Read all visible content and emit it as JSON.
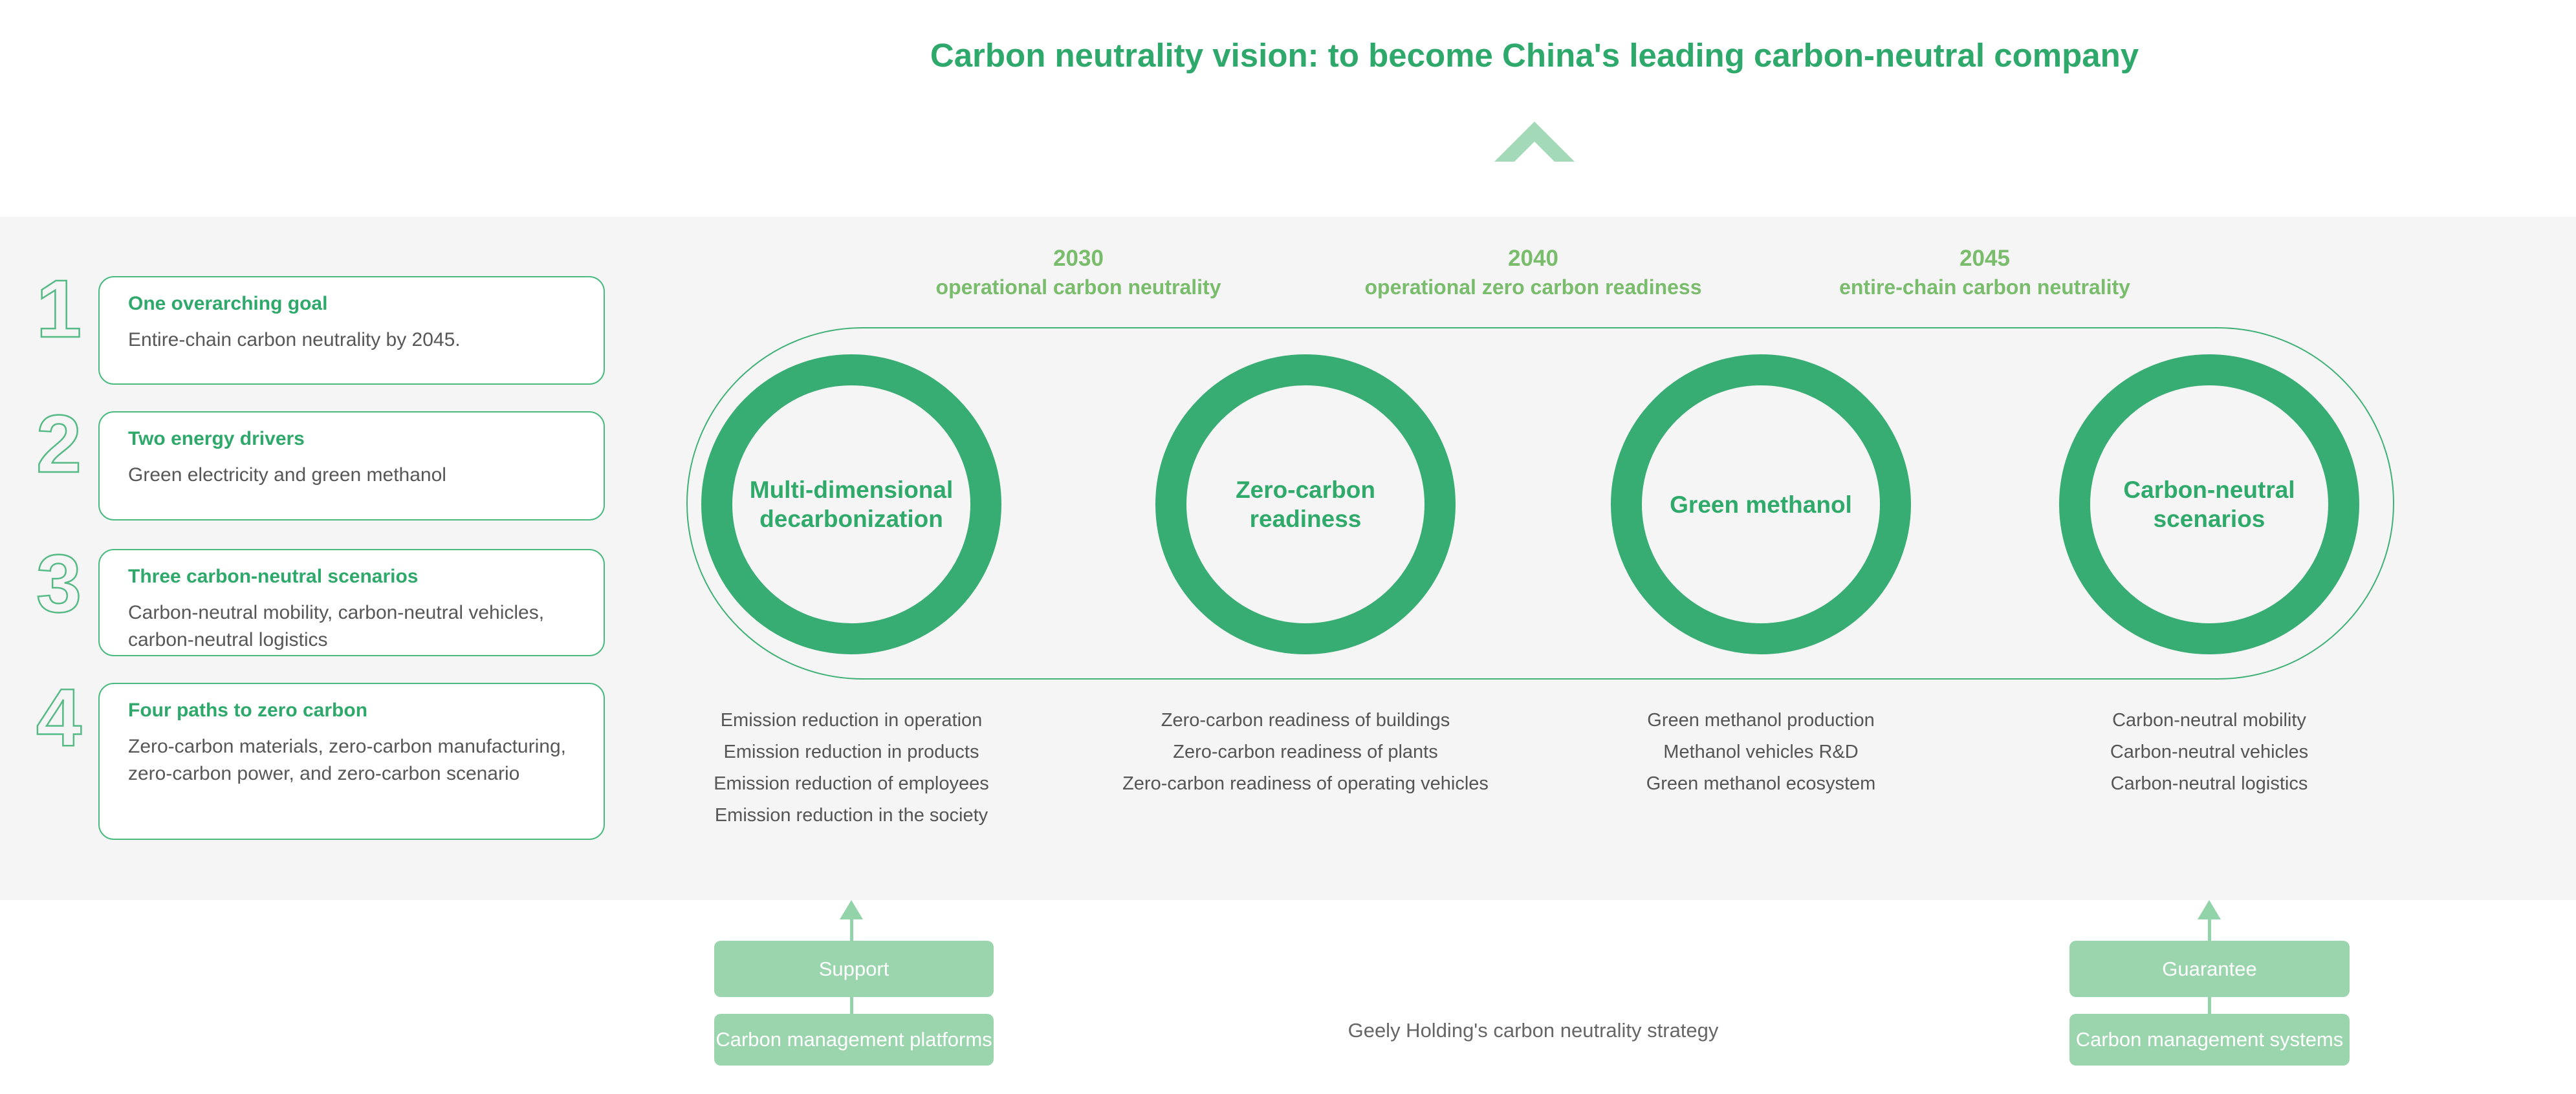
{
  "title": "Carbon neutrality vision: to become China's leading carbon-neutral company",
  "left_panel": {
    "items": [
      {
        "number": "1",
        "heading": "One overarching goal",
        "body": "Entire-chain carbon neutrality by 2045."
      },
      {
        "number": "2",
        "heading": "Two energy drivers",
        "body": "Green electricity and green methanol"
      },
      {
        "number": "3",
        "heading": "Three carbon-neutral scenarios",
        "body": "Carbon-neutral mobility, carbon-neutral vehicles, carbon-neutral logistics"
      },
      {
        "number": "4",
        "heading": "Four paths to zero carbon",
        "body": "Zero-carbon materials, zero-carbon manufacturing, zero-carbon power, and zero-carbon scenario"
      }
    ]
  },
  "timeline": {
    "milestones": [
      {
        "year": "2030",
        "label": "operational carbon neutrality"
      },
      {
        "year": "2040",
        "label": "operational zero carbon readiness"
      },
      {
        "year": "2045",
        "label": "entire-chain carbon neutrality"
      }
    ]
  },
  "pillars": [
    {
      "label": "Multi-dimensional decarbonization",
      "items": [
        "Emission reduction in operation",
        "Emission reduction in products",
        "Emission reduction of employees",
        "Emission reduction in the society"
      ]
    },
    {
      "label": "Zero-carbon readiness",
      "items": [
        "Zero-carbon readiness of buildings",
        "Zero-carbon readiness of plants",
        "Zero-carbon readiness of operating vehicles"
      ]
    },
    {
      "label": "Green methanol",
      "items": [
        "Green methanol production",
        "Methanol vehicles R&D",
        "Green methanol ecosystem"
      ]
    },
    {
      "label": "Carbon-neutral scenarios",
      "items": [
        "Carbon-neutral mobility",
        "Carbon-neutral vehicles",
        "Carbon-neutral logistics"
      ]
    }
  ],
  "support_chain": {
    "arrow_label": "Support",
    "box_label": "Carbon management platforms"
  },
  "guarantee_chain": {
    "arrow_label": "Guarantee",
    "box_label": "Carbon management systems"
  },
  "caption": "Geely Holding's carbon neutrality strategy",
  "colors": {
    "brand_green": "#2fa96b",
    "ring_green": "#38ad73",
    "milestone_green": "#79bc6c",
    "light_green_fill": "#9bd5ae",
    "arrow_green": "#93d3a9",
    "chevron_green": "#a3d9b6",
    "outline_green": "#55ba85",
    "band_gray": "#f4f5f4",
    "body_text": "#575757",
    "caption_text": "#666666"
  }
}
